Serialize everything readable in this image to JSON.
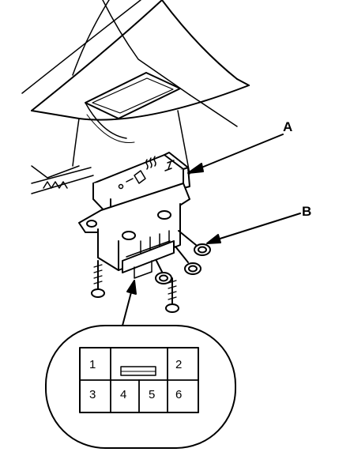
{
  "callouts": {
    "a": "A",
    "b": "B"
  },
  "connector": {
    "pins": [
      "1",
      "2",
      "3",
      "4",
      "5",
      "6"
    ]
  }
}
